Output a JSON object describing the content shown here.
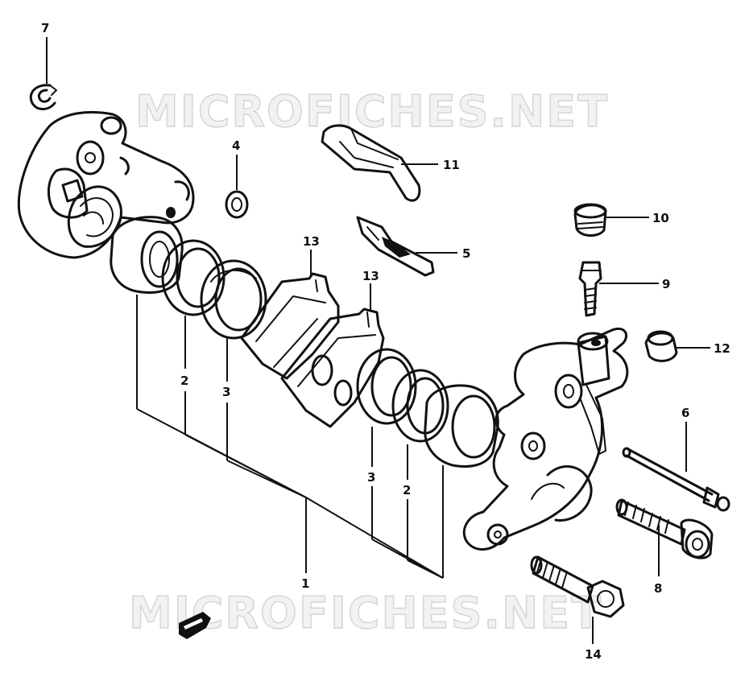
{
  "watermark": {
    "top": "MICROFICHES.NET",
    "bottom": "MICROFICHES.NET"
  },
  "callouts": {
    "c1": "1",
    "c2a": "2",
    "c2b": "2",
    "c3a": "3",
    "c3b": "3",
    "c4": "4",
    "c5": "5",
    "c6": "6",
    "c7": "7",
    "c8": "8",
    "c9": "9",
    "c10": "10",
    "c11": "11",
    "c12": "12",
    "c13a": "13",
    "c13b": "13",
    "c14": "14"
  },
  "colors": {
    "ink": "#111111",
    "paper": "#ffffff",
    "watermark": "#d4d4d4"
  }
}
